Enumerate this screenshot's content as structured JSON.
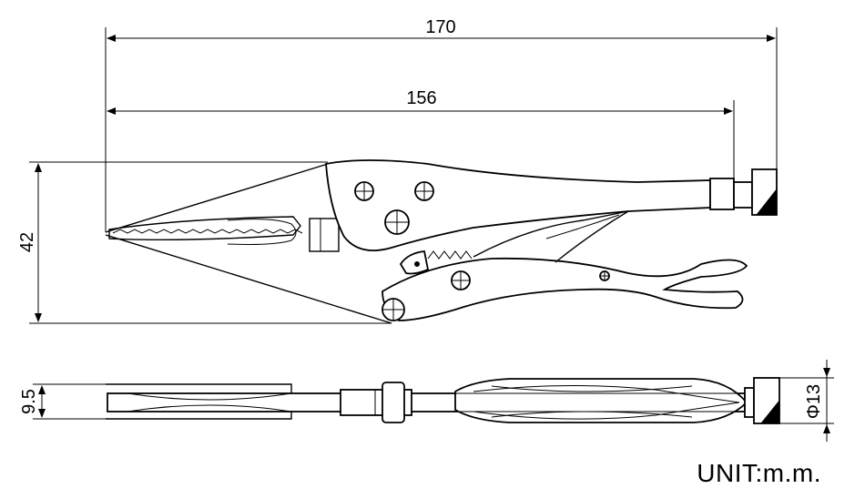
{
  "dimensions": {
    "overall_length": "170",
    "jaw_length": "156",
    "height": "42",
    "thickness": "9.5",
    "screw_diameter": "Φ13"
  },
  "unit_label": "UNIT:m.m."
}
